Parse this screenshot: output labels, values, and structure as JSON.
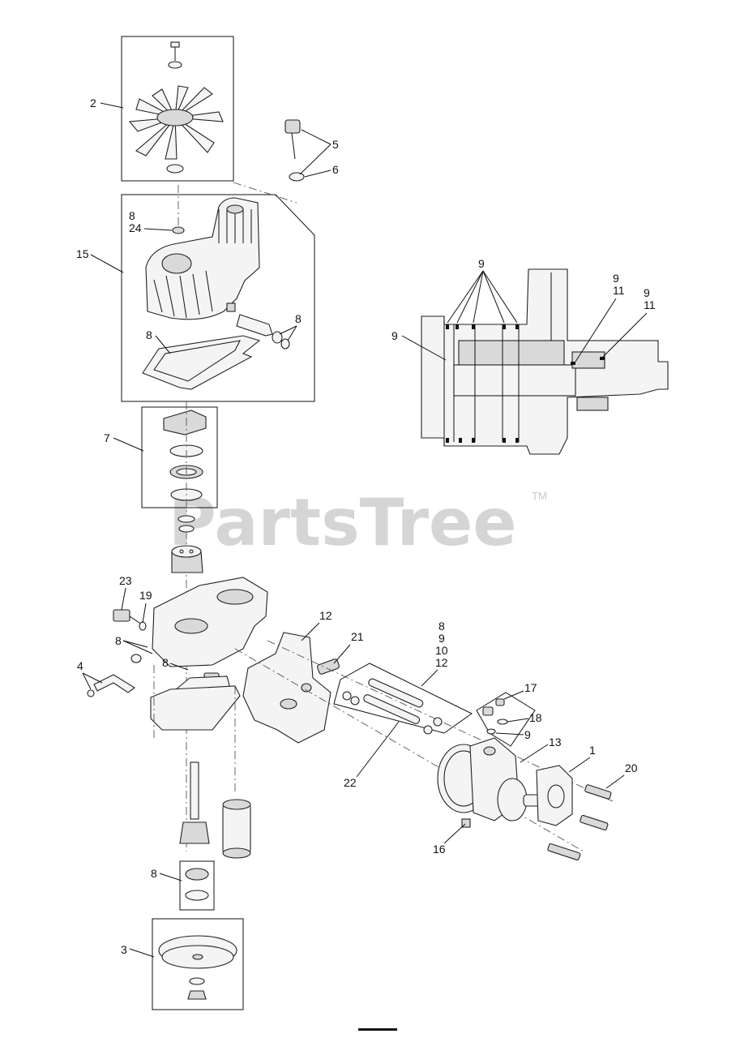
{
  "watermark": {
    "text": "PartsTree",
    "trademark": "TM"
  },
  "callouts": {
    "c1": "1",
    "c2": "2",
    "c3": "3",
    "c4": "4",
    "c5": "5",
    "c6": "6",
    "c7": "7",
    "c8_top": "8",
    "c24": "24",
    "c15": "15",
    "c8_cover": "8",
    "c8_gasket": "8",
    "c9_top": "9",
    "c9_right_a": "9",
    "c11_a": "11",
    "c9_right_b": "9",
    "c11_b": "11",
    "c9_left": "9",
    "c23": "23",
    "c19": "19",
    "c8_housing_a": "8",
    "c8_housing_b": "8",
    "c12_a": "12",
    "c21": "21",
    "c8_stack": "8",
    "c9_stack": "9",
    "c10_stack": "10",
    "c12_stack": "12",
    "c17": "17",
    "c18": "18",
    "c9_kit": "9",
    "c13": "13",
    "c20": "20",
    "c22": "22",
    "c16": "16",
    "c8_bearing": "8"
  }
}
